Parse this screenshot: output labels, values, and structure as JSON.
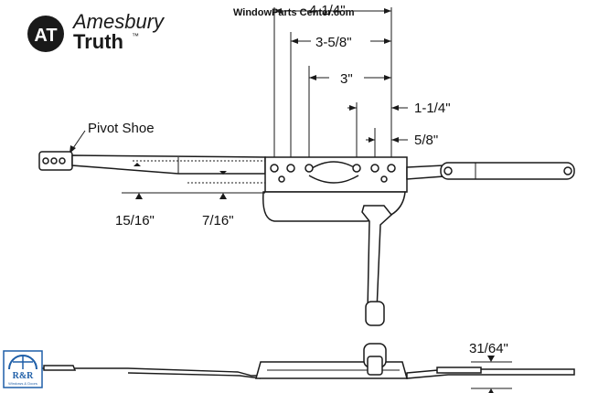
{
  "brand": {
    "name_top": "Amesbury",
    "name_bottom": "Truth",
    "trademark": "™",
    "logo_letters": "AT"
  },
  "watermark": "WindowParts Center.com",
  "labels": {
    "pivot_shoe": "Pivot Shoe"
  },
  "dimensions": {
    "overall": "4-1/4\"",
    "d1": "3-5/8\"",
    "d2": "3\"",
    "d3": "1-1/4\"",
    "d4": "5/8\"",
    "d5": "15/16\"",
    "d6": "7/16\"",
    "d7": "31/64\""
  },
  "dealer_logo": {
    "text": "R&R",
    "subtext": "Windows & Doors"
  },
  "colors": {
    "line": "#1a1a1a",
    "dealer_blue": "#1f5fa8"
  }
}
